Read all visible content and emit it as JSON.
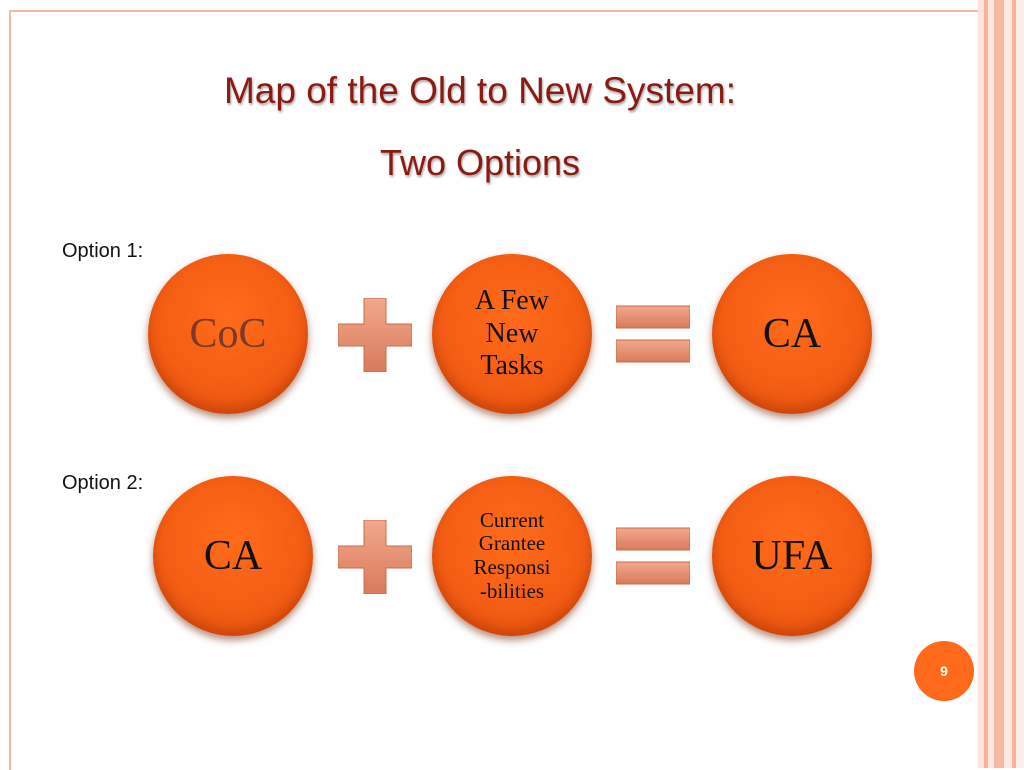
{
  "slide": {
    "title_line1": "Map of the Old to New System:",
    "title_line2": "Two Options",
    "page_number": "9"
  },
  "option1": {
    "label": "Option 1:",
    "left": "CoC",
    "middle": [
      "A Few",
      "New",
      "Tasks"
    ],
    "result": "CA"
  },
  "option2": {
    "label": "Option 2:",
    "left": "CA",
    "middle": [
      "Current",
      "Grantee",
      "Responsi",
      "-bilities"
    ],
    "result": "UFA"
  },
  "colors": {
    "title": "#8b1a12",
    "circle": "#f45e14",
    "operator": "#e8957a",
    "accent_border": "#f3b8a3"
  }
}
